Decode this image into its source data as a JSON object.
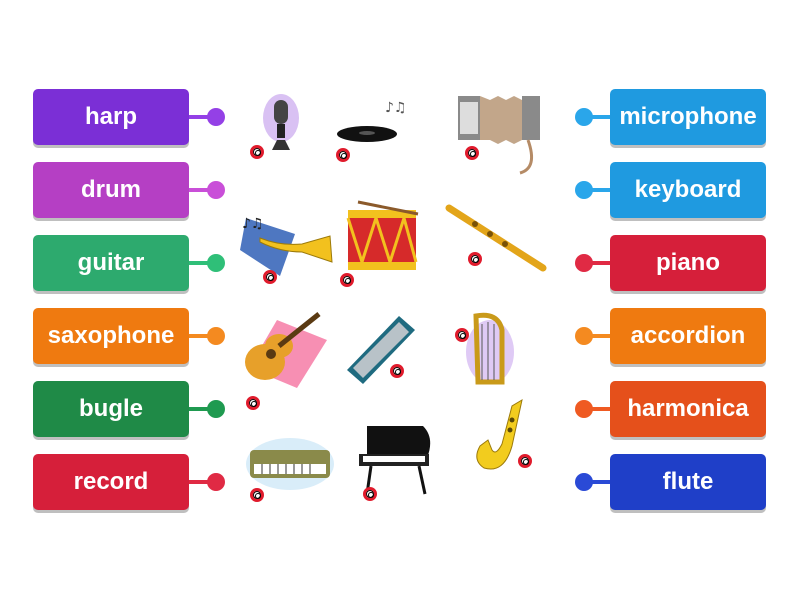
{
  "left_labels": [
    {
      "text": "harp",
      "color": "#7b2fd6",
      "dot": "#9440e6"
    },
    {
      "text": "drum",
      "color": "#b53fc4",
      "dot": "#c94fd8"
    },
    {
      "text": "guitar",
      "color": "#2daa6e",
      "dot": "#2fbf78"
    },
    {
      "text": "saxophone",
      "color": "#ef7a10",
      "dot": "#f48a20"
    },
    {
      "text": "bugle",
      "color": "#1f8a47",
      "dot": "#1f9a50"
    },
    {
      "text": "record",
      "color": "#d61f3a",
      "dot": "#e02a44"
    }
  ],
  "right_labels": [
    {
      "text": "microphone",
      "color": "#1f9ae0",
      "dot": "#2aa6ea"
    },
    {
      "text": "keyboard",
      "color": "#1f9ae0",
      "dot": "#2aa6ea"
    },
    {
      "text": "piano",
      "color": "#d61f3a",
      "dot": "#e02a44"
    },
    {
      "text": "accordion",
      "color": "#ef7a10",
      "dot": "#f48a20"
    },
    {
      "text": "harmonica",
      "color": "#e5501b",
      "dot": "#ef5a22"
    },
    {
      "text": "flute",
      "color": "#1f3fc8",
      "dot": "#2a4ad6"
    }
  ],
  "pictures": [
    {
      "icon": "microphone-icon"
    },
    {
      "icon": "record-icon"
    },
    {
      "icon": "accordion-icon"
    },
    {
      "icon": "bugle-icon"
    },
    {
      "icon": "drum-icon"
    },
    {
      "icon": "flute-icon"
    },
    {
      "icon": "guitar-icon"
    },
    {
      "icon": "harmonica-icon"
    },
    {
      "icon": "harp-icon"
    },
    {
      "icon": "keyboard-icon"
    },
    {
      "icon": "piano-icon"
    },
    {
      "icon": "saxophone-icon"
    }
  ]
}
